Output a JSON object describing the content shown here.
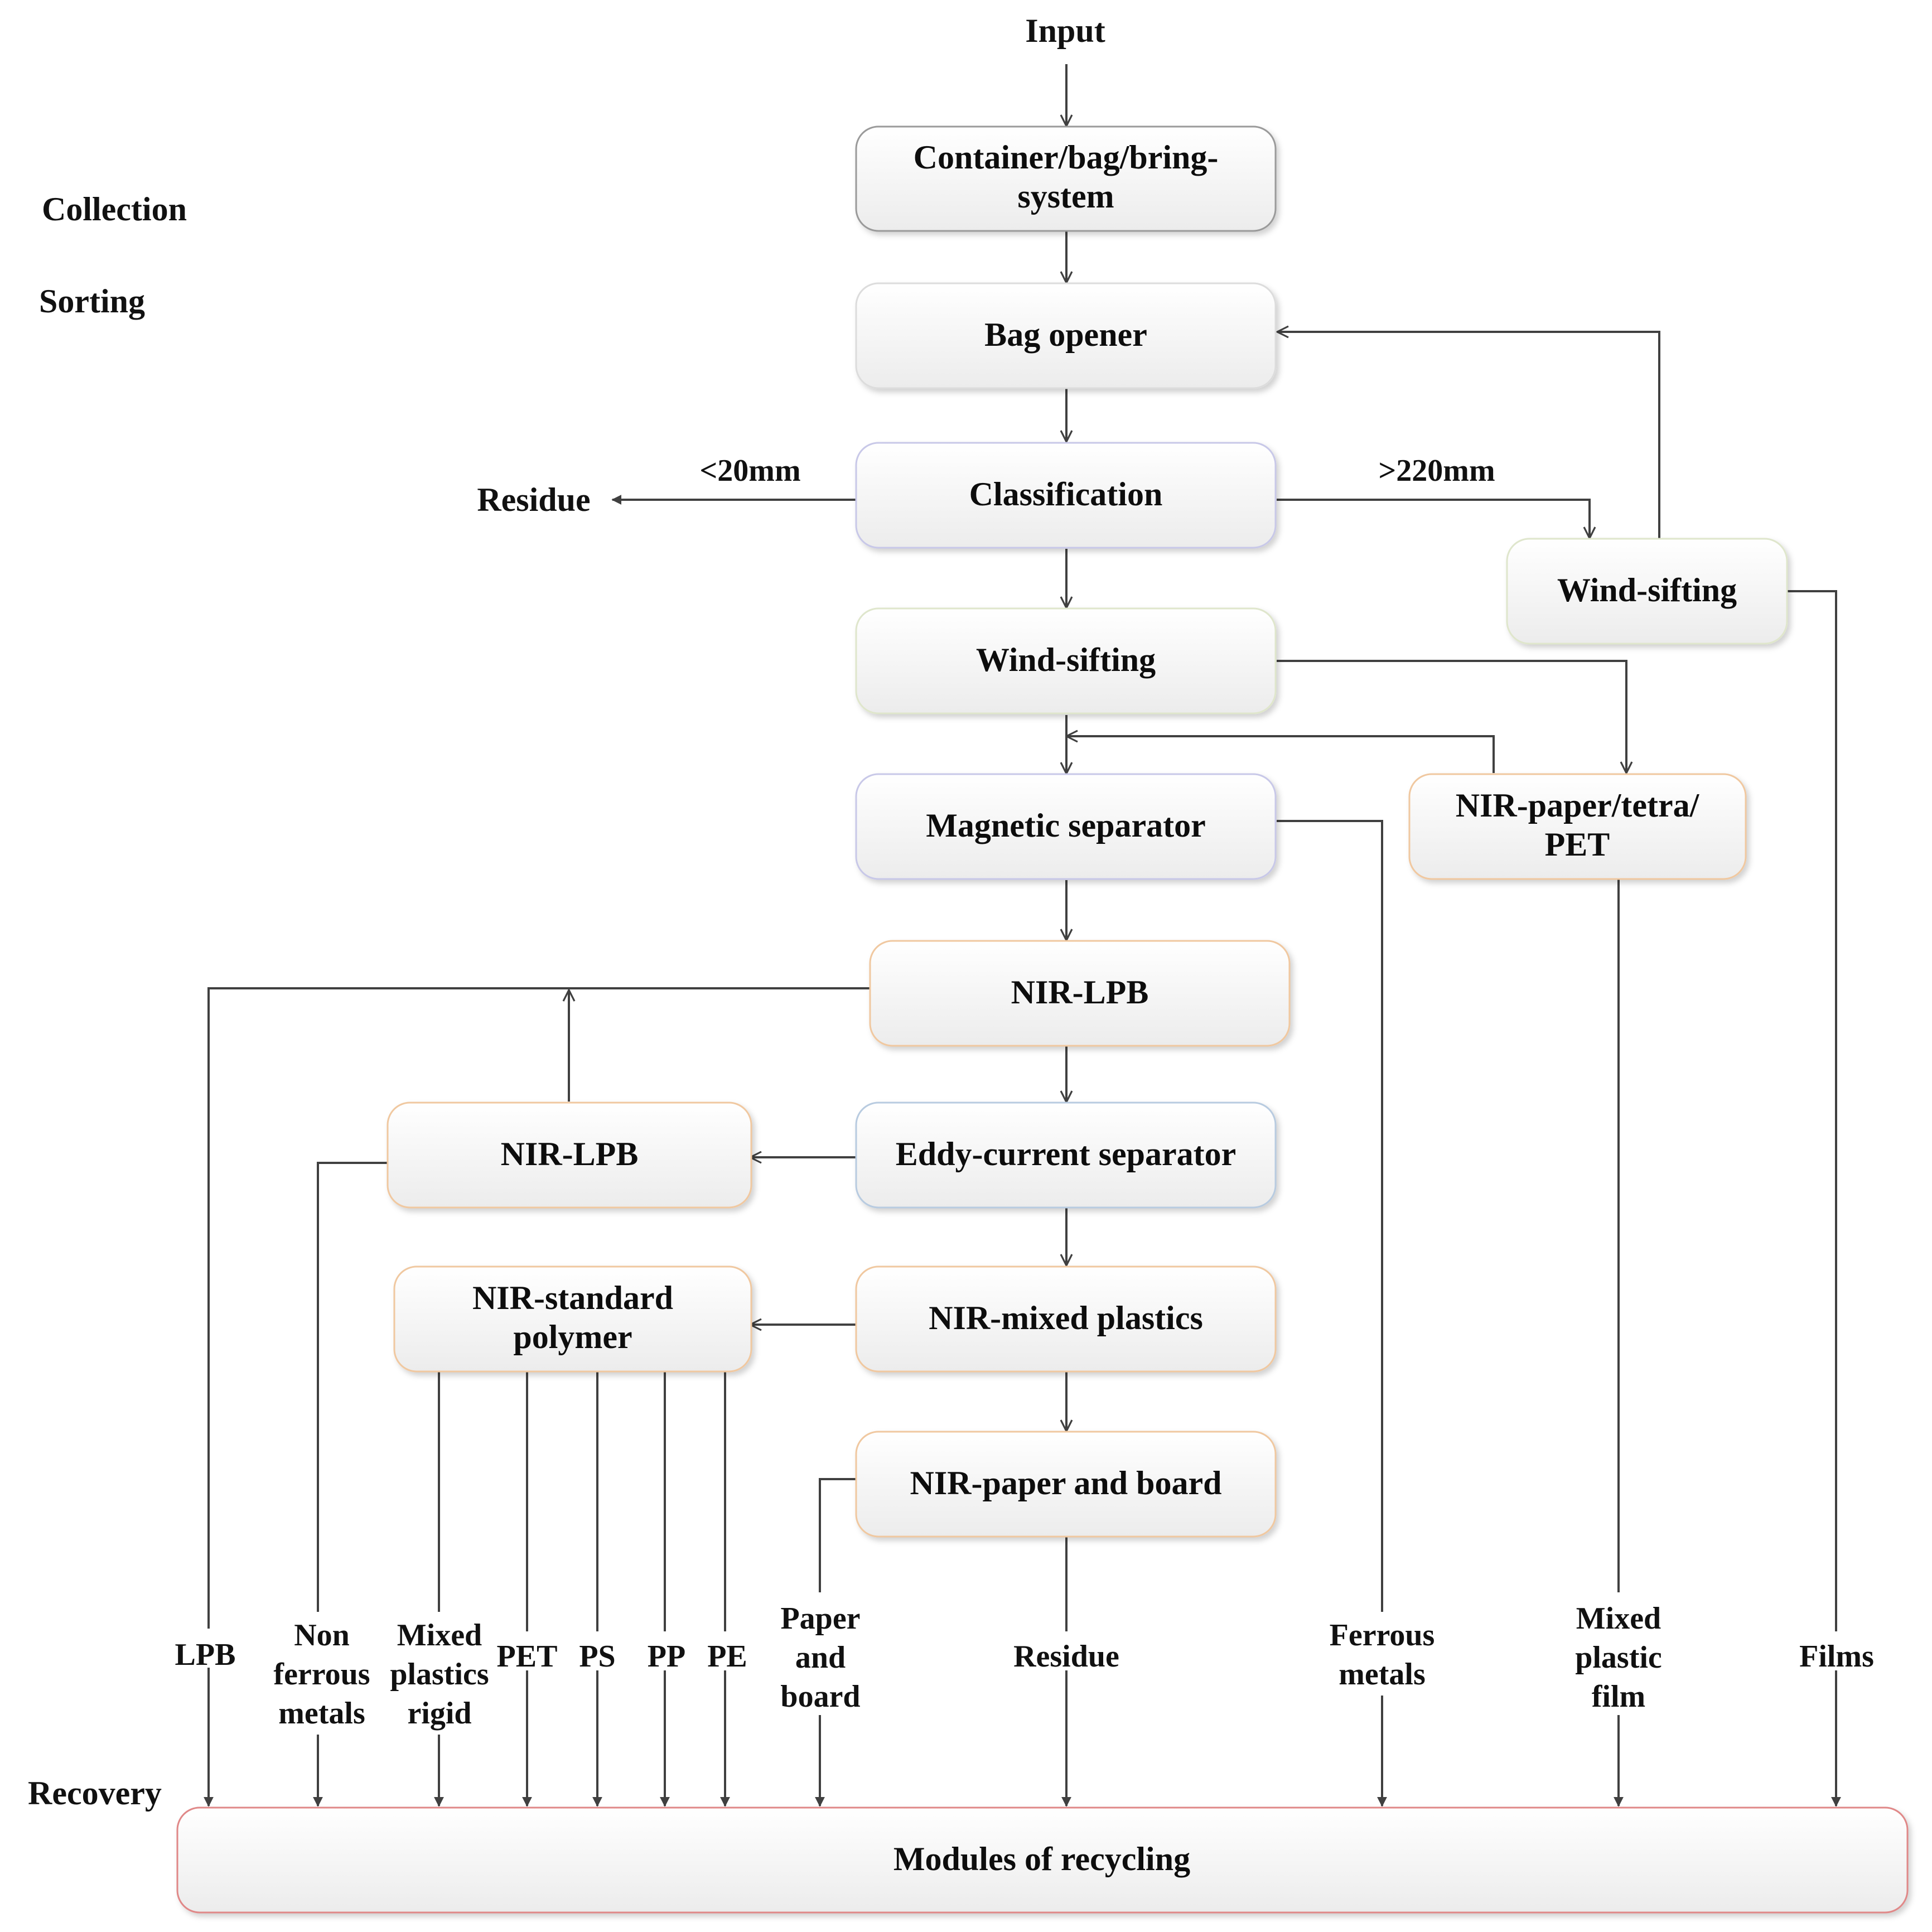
{
  "sections": {
    "collection": "Collection",
    "sorting": "Sorting",
    "recovery": "Recovery"
  },
  "input_label": "Input",
  "nodes": {
    "container": [
      "Container/bag/bring-",
      "system"
    ],
    "bag_opener": "Bag opener",
    "classification": "Classification",
    "wind_sifting_main": "Wind-sifting",
    "wind_sifting_side": "Wind-sifting",
    "magnetic": "Magnetic separator",
    "nir_paper_tetra": [
      "NIR-paper/tetra/",
      "PET"
    ],
    "nir_lpb_main": "NIR-LPB",
    "eddy": "Eddy-current separator",
    "nir_lpb_side": "NIR-LPB",
    "nir_mixed": "NIR-mixed plastics",
    "nir_standard": [
      "NIR-standard",
      "polymer"
    ],
    "nir_paper_board": "NIR-paper and board",
    "modules": "Modules of recycling"
  },
  "edge_labels": {
    "lt20": "<20mm",
    "gt220": ">220mm",
    "residue_left": "Residue"
  },
  "outputs": {
    "lpb": [
      "LPB"
    ],
    "non_ferrous": [
      "Non",
      "ferrous",
      "metals"
    ],
    "mixed_rigid": [
      "Mixed",
      "plastics",
      "rigid"
    ],
    "pet": [
      "PET"
    ],
    "ps": [
      "PS"
    ],
    "pp": [
      "PP"
    ],
    "pe": [
      "PE"
    ],
    "paper_board": [
      "Paper",
      "and",
      "board"
    ],
    "residue": [
      "Residue"
    ],
    "ferrous": [
      "Ferrous",
      "metals"
    ],
    "mixed_film": [
      "Mixed",
      "plastic",
      "film"
    ],
    "films": [
      "Films"
    ]
  },
  "colors": {
    "line": "#404040",
    "box_grey": "#9a9a9a",
    "box_orange": "#f0c8a0",
    "box_blue": "#b8cbe0",
    "box_violet": "#c8c8e8",
    "box_green": "#dfe6cc",
    "box_red": "#e08888"
  }
}
